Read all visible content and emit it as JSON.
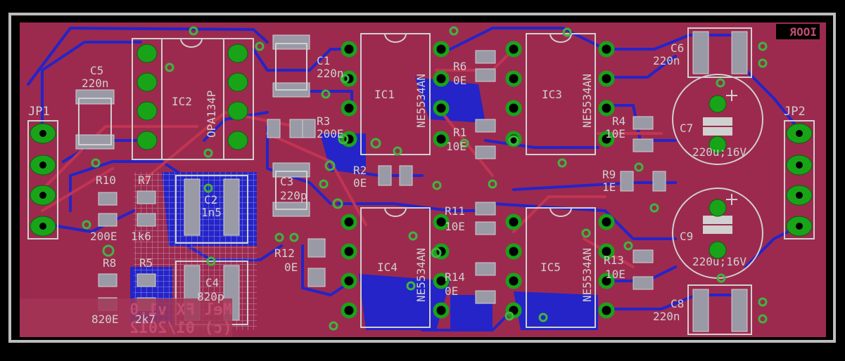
{
  "board": {
    "colors": {
      "background": "#000000",
      "board_fill": "#9c2a4f",
      "outline": "#bdbdbd",
      "copper_bottom": "#1f1fbf",
      "copper_top": "#c02a4a",
      "silk": "#d0d0d0",
      "pad": "#19a319",
      "via": "#3fb53f"
    },
    "corner_label": "IOOR",
    "mirrored_text": [
      "Mel FX v1.0",
      "(c) 01/2012"
    ],
    "components": {
      "jp1": "JP1",
      "jp2": "JP2",
      "ic1": "IC1",
      "ic1_val": "NE5534AN",
      "ic2": "IC2",
      "ic2_val": "OPA134P",
      "ic3": "IC3",
      "ic3_val": "NE5534AN",
      "ic4": "IC4",
      "ic4_val": "NE5534AN",
      "ic5": "IC5",
      "ic5_val": "NE5534AN",
      "c1": "C1",
      "c1_val": "220n",
      "c2": "C2",
      "c2_val": "1n5",
      "c3": "C3",
      "c3_val": "220p",
      "c4": "C4",
      "c4_val": "820p",
      "c5": "C5",
      "c5_val": "220n",
      "c6": "C6",
      "c6_val": "220n",
      "c7": "C7",
      "c7_val": "220u;16V",
      "c8": "C8",
      "c8_val": "220n",
      "c9": "C9",
      "c9_val": "220u;16V",
      "r1": "R1",
      "r1_val": "10E",
      "r2": "R2",
      "r2_val": "0E",
      "r3": "R3",
      "r3_val": "200E",
      "r4": "R4",
      "r4_val": "10E",
      "r5": "R5",
      "r5_val": "2k7",
      "r6": "R6",
      "r6_val": "0E",
      "r7": "R7",
      "r7_val": "1k6",
      "r8": "R8",
      "r8_val": "820E",
      "r9": "R9",
      "r9_val": "1E",
      "r10": "R10",
      "r10_val": "200E",
      "r11": "R11",
      "r11_val": "10E",
      "r12": "R12",
      "r12_val": "0E",
      "r13": "R13",
      "r13_val": "10E",
      "r14": "R14",
      "r14_val": "0E"
    }
  }
}
